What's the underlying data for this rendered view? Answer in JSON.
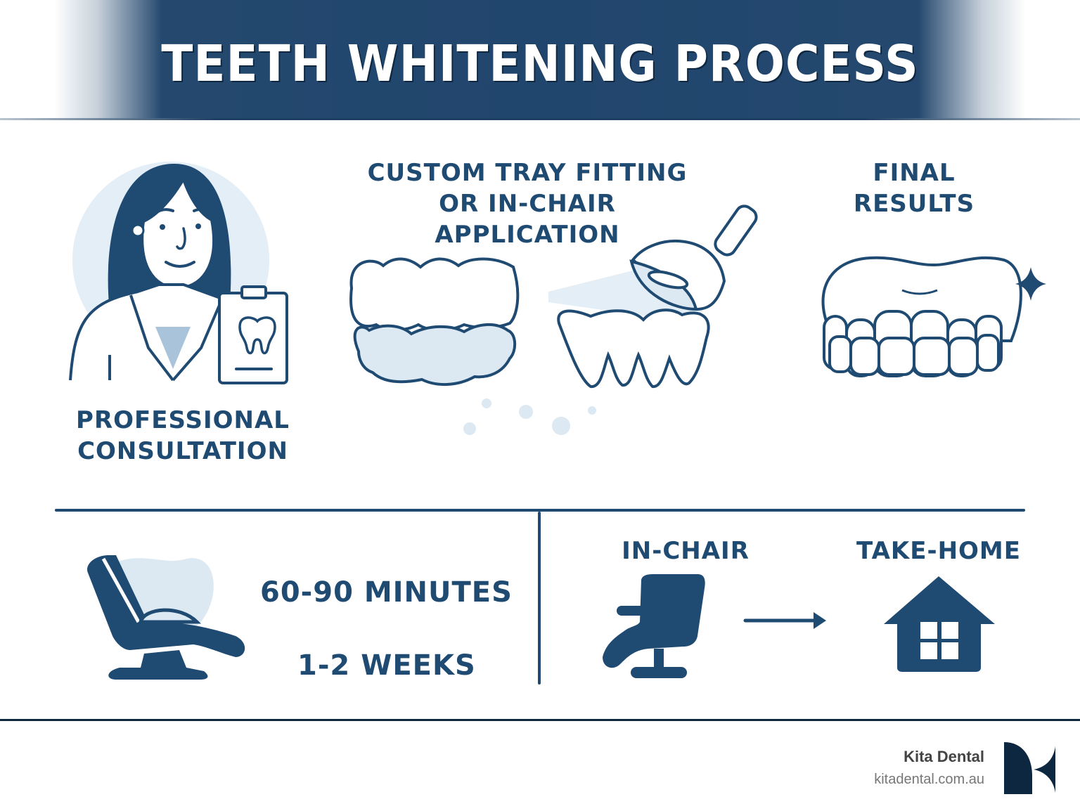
{
  "header": {
    "title": "TEETH WHITENING PROCESS"
  },
  "steps": [
    {
      "line1": "PROFESSIONAL",
      "line2": "CONSULTATION"
    },
    {
      "line1": "CUSTOM TRAY FITTING",
      "line2": "OR IN-CHAIR APPLICATION"
    },
    {
      "line1": "FINAL",
      "line2": "RESULTS"
    }
  ],
  "duration": {
    "in_chair_time": "60-90 MINUTES",
    "take_home_time": "1-2 WEEKS"
  },
  "options": {
    "in_chair_label": "IN-CHAIR",
    "take_home_label": "TAKE-HOME"
  },
  "footer": {
    "brand_name": "Kita Dental",
    "brand_url": "kitadental.com.au"
  },
  "colors": {
    "primary": "#1f4a72",
    "light": "#dce9f3",
    "footer_dark": "#0d2740"
  }
}
